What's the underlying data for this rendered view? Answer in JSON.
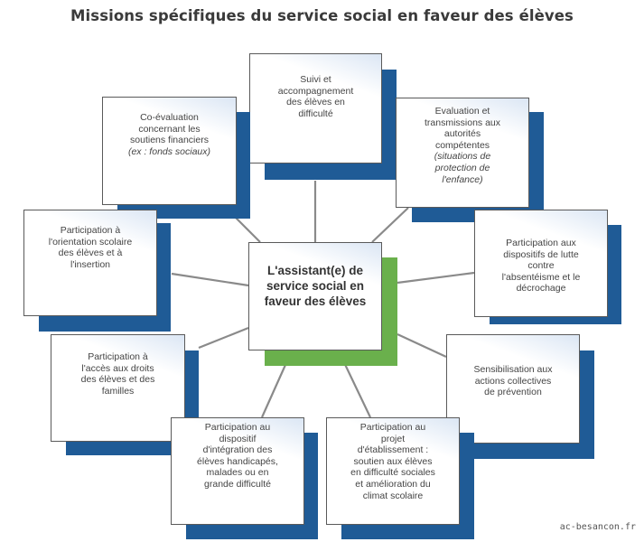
{
  "title": "Missions spécifiques du service social en faveur des élèves",
  "colors": {
    "box_shadow_blue": "#1f5b96",
    "center_shadow_green": "#6ab04c",
    "connector_gray": "#8a8a8a",
    "border_gray": "#5a5a5a"
  },
  "center": {
    "lines": [
      "L'assistant(e) de",
      "service social en",
      "faveur des élèves"
    ]
  },
  "missions": [
    {
      "id": "suivi",
      "lines": [
        "Suivi et",
        "accompagnement",
        "des élèves en",
        "difficulté"
      ],
      "italic_lines": []
    },
    {
      "id": "co-evaluation",
      "lines": [
        "Co-évaluation",
        "concernant les",
        "soutiens financiers"
      ],
      "italic_lines": [
        "(ex : fonds sociaux)"
      ]
    },
    {
      "id": "evaluation",
      "lines": [
        "Evaluation et",
        "transmissions aux",
        "autorités",
        "compétentes"
      ],
      "italic_lines": [
        "(situations de",
        "protection de",
        "l'enfance)"
      ]
    },
    {
      "id": "orientation",
      "lines": [
        "Participation à",
        "l'orientation scolaire",
        "des élèves et à",
        "l'insertion"
      ],
      "italic_lines": []
    },
    {
      "id": "absenteisme",
      "lines": [
        "Participation aux",
        "dispositifs de lutte",
        "contre",
        "l'absentéisme et le",
        "décrochage"
      ],
      "italic_lines": []
    },
    {
      "id": "acces-droits",
      "lines": [
        "Participation à",
        "l'accès aux droits",
        "des élèves et des",
        "familles"
      ],
      "italic_lines": []
    },
    {
      "id": "sensibilisation",
      "lines": [
        "Sensibilisation aux",
        "actions collectives",
        "de prévention"
      ],
      "italic_lines": []
    },
    {
      "id": "integration",
      "lines": [
        "Participation au",
        "dispositif",
        "d'intégration des",
        "élèves handicapés,",
        "malades ou en",
        "grande difficulté"
      ],
      "italic_lines": []
    },
    {
      "id": "projet",
      "lines": [
        "Participation au",
        "projet",
        "d'établissement :",
        "soutien aux élèves",
        "en difficulté sociales",
        "et amélioration du",
        "climat scolaire"
      ],
      "italic_lines": []
    }
  ],
  "credit": "ac-besancon.fr"
}
